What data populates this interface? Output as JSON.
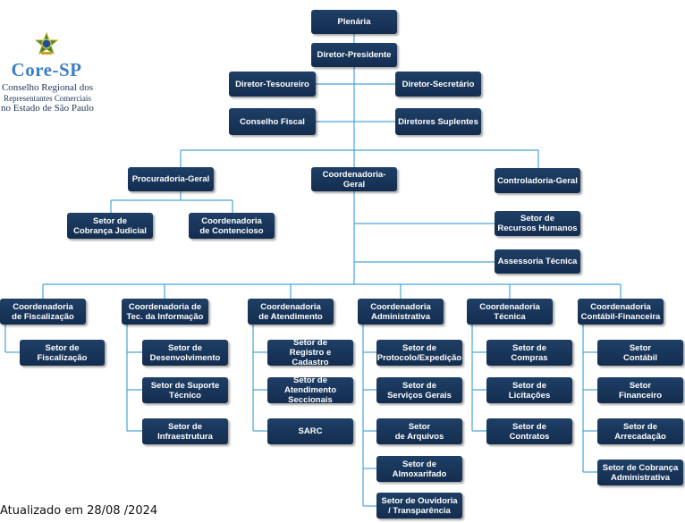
{
  "org": {
    "logo": {
      "title": "Core-SP",
      "line1": "Conselho Regional dos",
      "line2": "Representantes Comerciais",
      "line3": "no Estado de São Paulo"
    },
    "top": {
      "plenaria": "Plenária",
      "diretor_presidente": "Diretor-Presidente",
      "diretor_tesoureiro": "Diretor-Tesoureiro",
      "diretor_secretario": "Diretor-Secretário",
      "conselho_fiscal": "Conselho Fiscal",
      "diretores_suplentes": "Diretores Suplentes"
    },
    "mid": {
      "procuradoria_geral": "Procuradoria-Geral",
      "coordenadoria_geral": "Coordenadoria-Geral",
      "controladoria_geral": "Controladoria-Geral",
      "setor_cobranca_judicial": "Setor de\nCobrança Judicial",
      "coord_contencioso": "Coordenadoria\nde Contencioso",
      "setor_recursos_humanos": "Setor de\nRecursos Humanos",
      "assessoria_tecnica": "Assessoria Técnica"
    },
    "coordenadorias": {
      "fiscalizacao": {
        "title": "Coordenadoria\nde Fiscalização",
        "items": [
          "Setor de\nFiscalização"
        ]
      },
      "ti": {
        "title": "Coordenadoria de\nTec. da Informação",
        "items": [
          "Setor de\nDesenvolvimento",
          "Setor de Suporte\nTécnico",
          "Setor de\nInfraestrutura"
        ]
      },
      "atendimento": {
        "title": "Coordenadoria\nde Atendimento",
        "items": [
          "Setor de\nRegistro e Cadastro",
          "Setor de Atendimento\nSeccionais",
          "SARC"
        ]
      },
      "administrativa": {
        "title": "Coordenadoria\nAdministrativa",
        "items": [
          "Setor de\nProtocolo/Expedição",
          "Setor de\nServiços Gerais",
          "Setor\nde Arquivos",
          "Setor de\nAlmoxarifado",
          "Setor de Ouvidoria\n/ Transparência"
        ]
      },
      "tecnica": {
        "title": "Coordenadoria\nTécnica",
        "items": [
          "Setor de\nCompras",
          "Setor de\nLicitações",
          "Setor de\nContratos"
        ]
      },
      "contabil": {
        "title": "Coordenadoria\nContábil-Financeira",
        "items": [
          "Setor\nContábil",
          "Setor\nFinanceiro",
          "Setor de\nArrecadação",
          "Setor de Cobrança\nAdministrativa"
        ]
      }
    },
    "footer": "Atualizado em 28/08 /2024"
  },
  "colors": {
    "box": "#1a3a60",
    "line": "#4aa3d8",
    "logo_title": "#3a7fc4"
  }
}
